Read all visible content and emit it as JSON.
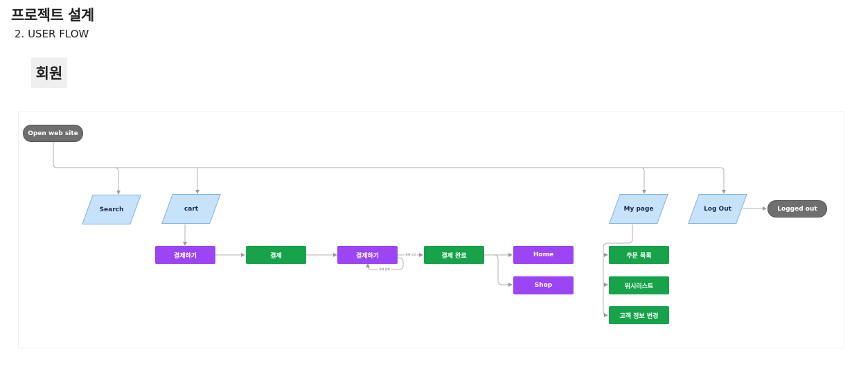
{
  "header": {
    "title": "프로젝트 설계",
    "subtitle": "2. USER FLOW"
  },
  "section": {
    "label": "회원"
  },
  "colors": {
    "start": "#6f6f6f",
    "io": "#c7e2fb",
    "action_green": "#16a34a",
    "action_purple": "#9b45f5",
    "edge": "#b0b0b0"
  },
  "flow": {
    "nodes": {
      "open_web_site": "Open web site",
      "search": "Search",
      "cart": "cart",
      "my_page": "My page",
      "log_out": "Log Out",
      "logged_out": "Logged out",
      "checkout_1": "결제하기",
      "payment": "결제",
      "checkout_2": "결제하기",
      "payment_complete": "결제 완료",
      "home": "Home",
      "shop": "Shop",
      "order_list": "주문 목록",
      "wishlist": "위시리스트",
      "edit_customer_info": "고객 정보 변경"
    },
    "edge_labels": {
      "success": "결제 성공",
      "fail": "결제 실패"
    }
  }
}
